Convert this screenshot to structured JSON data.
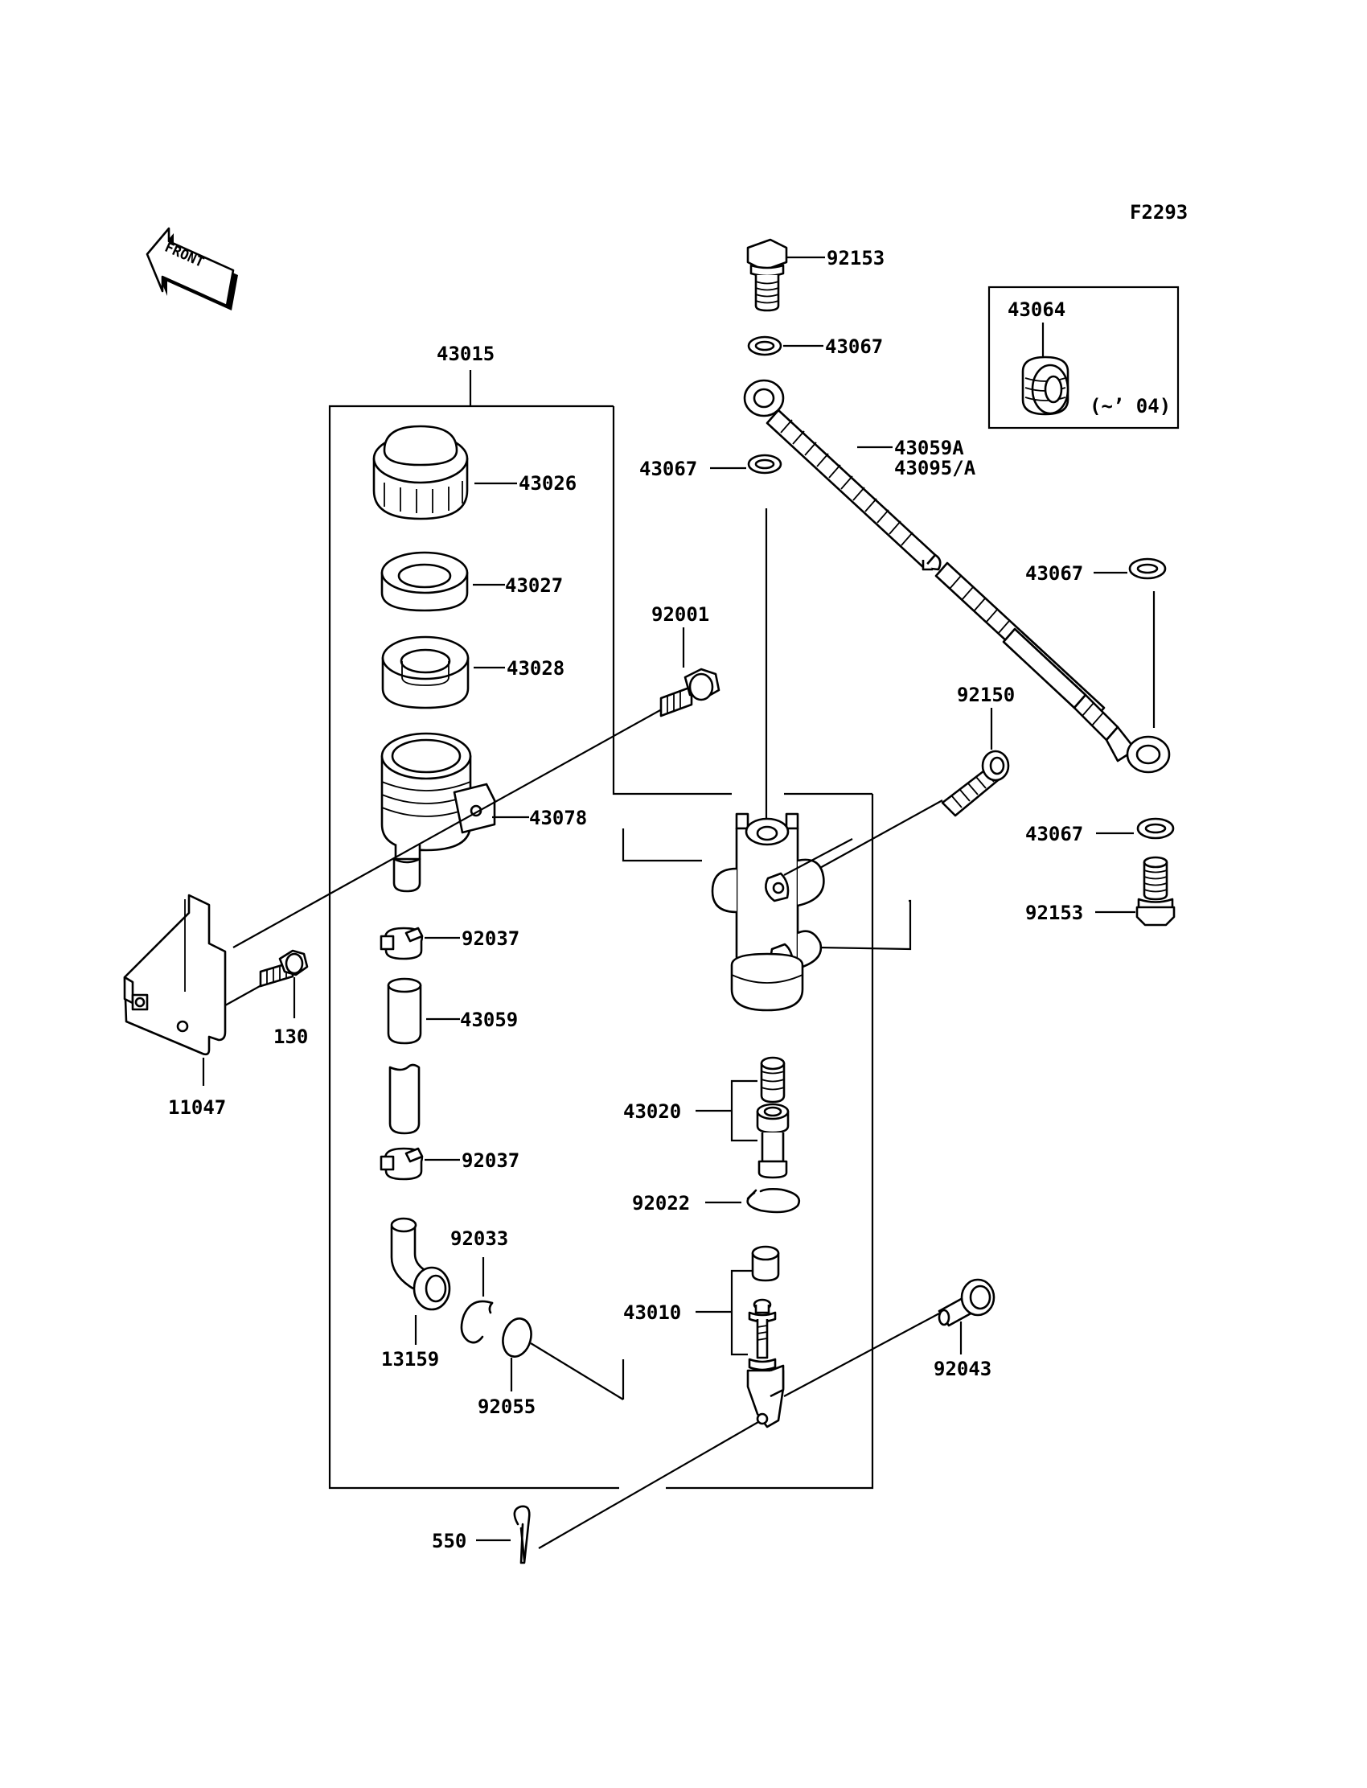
{
  "figure_code": "F2293",
  "front_label": "FRONT",
  "inset": {
    "part": "43064",
    "note": "(~’ 04)"
  },
  "labels": {
    "p43015": "43015",
    "p43026": "43026",
    "p43027": "43027",
    "p43028": "43028",
    "p43078": "43078",
    "p92037a": "92037",
    "p43059": "43059",
    "p92037b": "92037",
    "p92033": "92033",
    "p13159": "13159",
    "p92055": "92055",
    "p11047": "11047",
    "p130": "130",
    "p92001": "92001",
    "p92153a": "92153",
    "p43067a": "43067",
    "p43067b": "43067",
    "p43059a": "43059A",
    "p43095a": "43095/A",
    "p43067c": "43067",
    "p92150": "92150",
    "p43067d": "43067",
    "p92153b": "92153",
    "p43020": "43020",
    "p92022": "92022",
    "p43010": "43010",
    "p92043": "92043",
    "p550": "550"
  }
}
